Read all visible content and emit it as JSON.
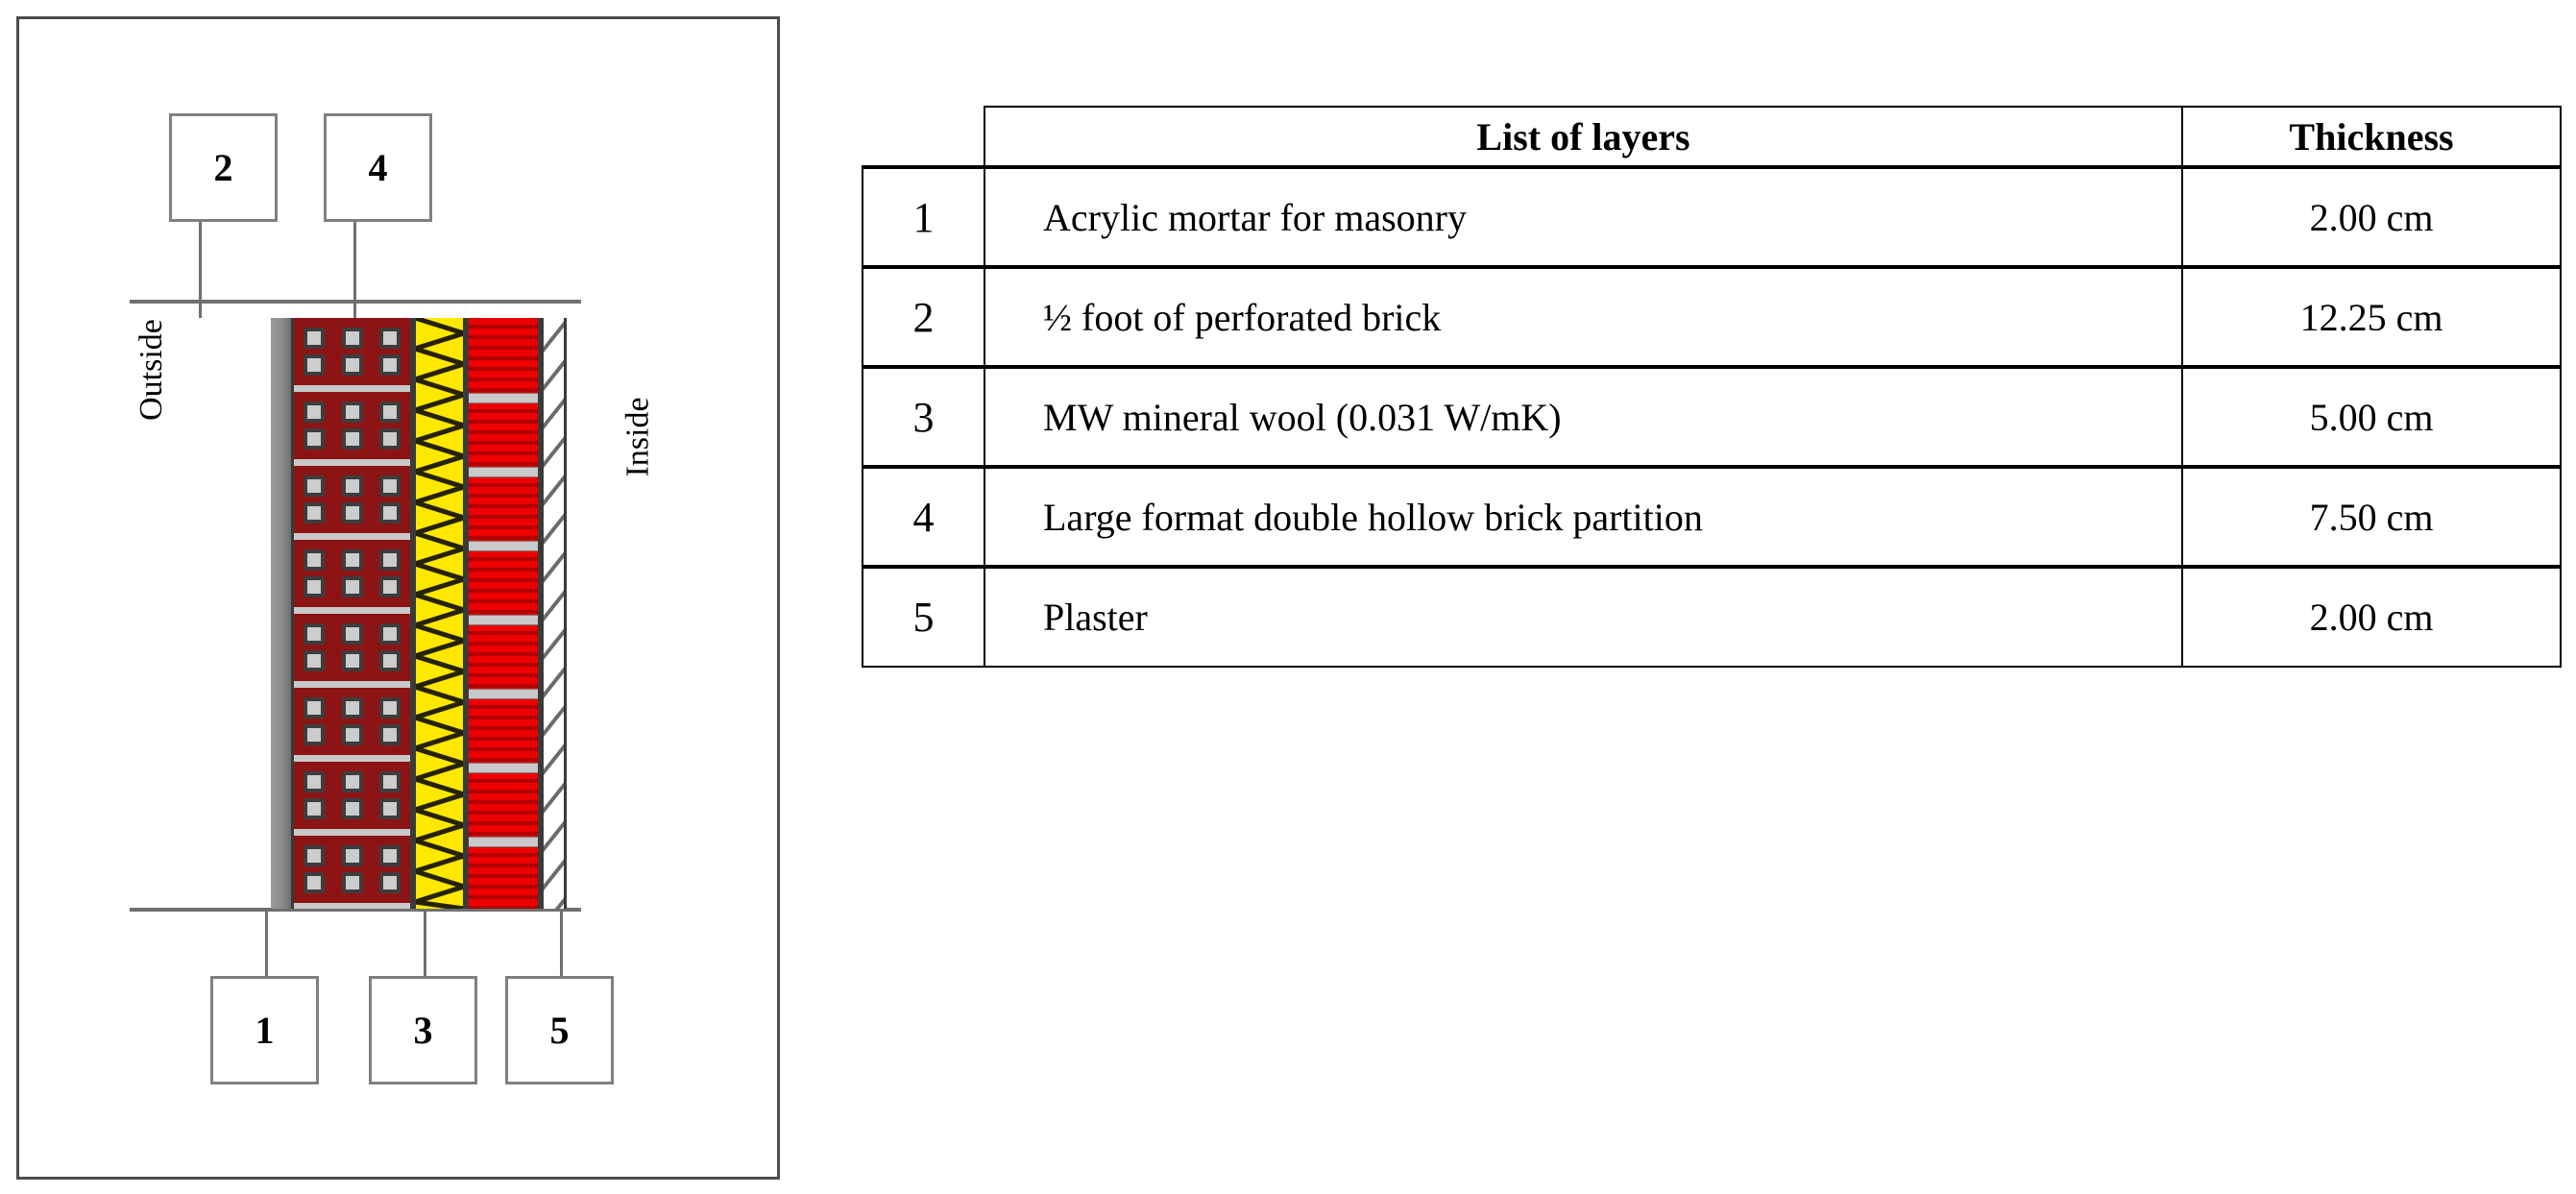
{
  "figure": {
    "outside_label": "Outside",
    "inside_label": "Inside",
    "callouts": [
      {
        "id": "1",
        "label": "1"
      },
      {
        "id": "2",
        "label": "2"
      },
      {
        "id": "3",
        "label": "3"
      },
      {
        "id": "4",
        "label": "4"
      },
      {
        "id": "5",
        "label": "5"
      }
    ],
    "layer_colors": {
      "acrylic_mortar": "#8c8c8c",
      "perforated_brick": "#8c1414",
      "perforation_hole": "#cccccc",
      "mineral_wool": "#ffe800",
      "hollow_brick": "#ee0000",
      "mortar_joint": "#c9c9c9",
      "plaster_hatch": "#ffffff",
      "outline": "#3a3a3a",
      "frame": "#4d4d4d"
    }
  },
  "table": {
    "headers": {
      "number": "",
      "list_of_layers": "List of layers",
      "thickness": "Thickness"
    },
    "rows": [
      {
        "num": "1",
        "name": "Acrylic mortar for masonry",
        "thickness": "2.00 cm",
        "indent": false
      },
      {
        "num": "2",
        "name": "½ foot of perforated brick",
        "thickness": "12.25 cm",
        "indent": true
      },
      {
        "num": "3",
        "name": "MW mineral wool (0.031 W/mK)",
        "thickness": "5.00 cm",
        "indent": false
      },
      {
        "num": "4",
        "name": "Large format double hollow brick partition",
        "thickness": "7.50 cm",
        "indent": false
      },
      {
        "num": "5",
        "name": "Plaster",
        "thickness": "2.00 cm",
        "indent": false
      }
    ]
  }
}
